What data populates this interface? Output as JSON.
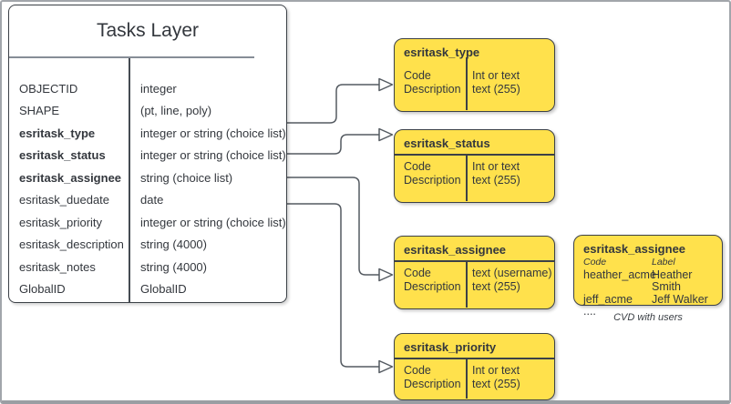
{
  "diagram": {
    "main_table": {
      "title": "Tasks Layer",
      "rows": [
        {
          "name": "OBJECTID",
          "type": "integer"
        },
        {
          "name": "SHAPE",
          "type": "(pt, line, poly)"
        },
        {
          "name": "esritask_type",
          "type": "integer or string (choice list)"
        },
        {
          "name": "esritask_status",
          "type": "integer or string (choice list)"
        },
        {
          "name": "esritask_assignee",
          "type": "string (choice list)"
        },
        {
          "name": "esritask_duedate",
          "type": "date"
        },
        {
          "name": "esritask_priority",
          "type": "integer or string (choice list)"
        },
        {
          "name": "esritask_description",
          "type": "string (4000)"
        },
        {
          "name": "esritask_notes",
          "type": "string (4000)"
        },
        {
          "name": "GlobalID",
          "type": "GlobalID"
        }
      ]
    },
    "choice_tables": [
      {
        "title": "esritask_type",
        "fields": [
          "Code",
          "Description"
        ],
        "types": [
          "Int or text",
          "text (255)"
        ]
      },
      {
        "title": "esritask_status",
        "fields": [
          "Code",
          "Description"
        ],
        "types": [
          "Int or text",
          "text (255)"
        ]
      },
      {
        "title": "esritask_assignee",
        "fields": [
          "Code",
          "Description"
        ],
        "types": [
          "text  (username)",
          "text (255)"
        ]
      },
      {
        "title": "esritask_priority",
        "fields": [
          "Code",
          "Description"
        ],
        "types": [
          "Int or text",
          "text (255)"
        ]
      }
    ],
    "cvd_example": {
      "title": "esritask_assignee",
      "columns": [
        "Code",
        "Label"
      ],
      "rows": [
        {
          "code": "heather_acme",
          "label": "Heather Smith"
        },
        {
          "code": "jeff_acme",
          "label": "Jeff Walker"
        }
      ],
      "more": "....",
      "caption": "CVD with users"
    },
    "colors": {
      "box_fill": "#FFE14C",
      "stroke": "#3C4147",
      "connector": "#545A61",
      "title_divider": "#868D96",
      "frame": "#A2A6AB"
    }
  }
}
